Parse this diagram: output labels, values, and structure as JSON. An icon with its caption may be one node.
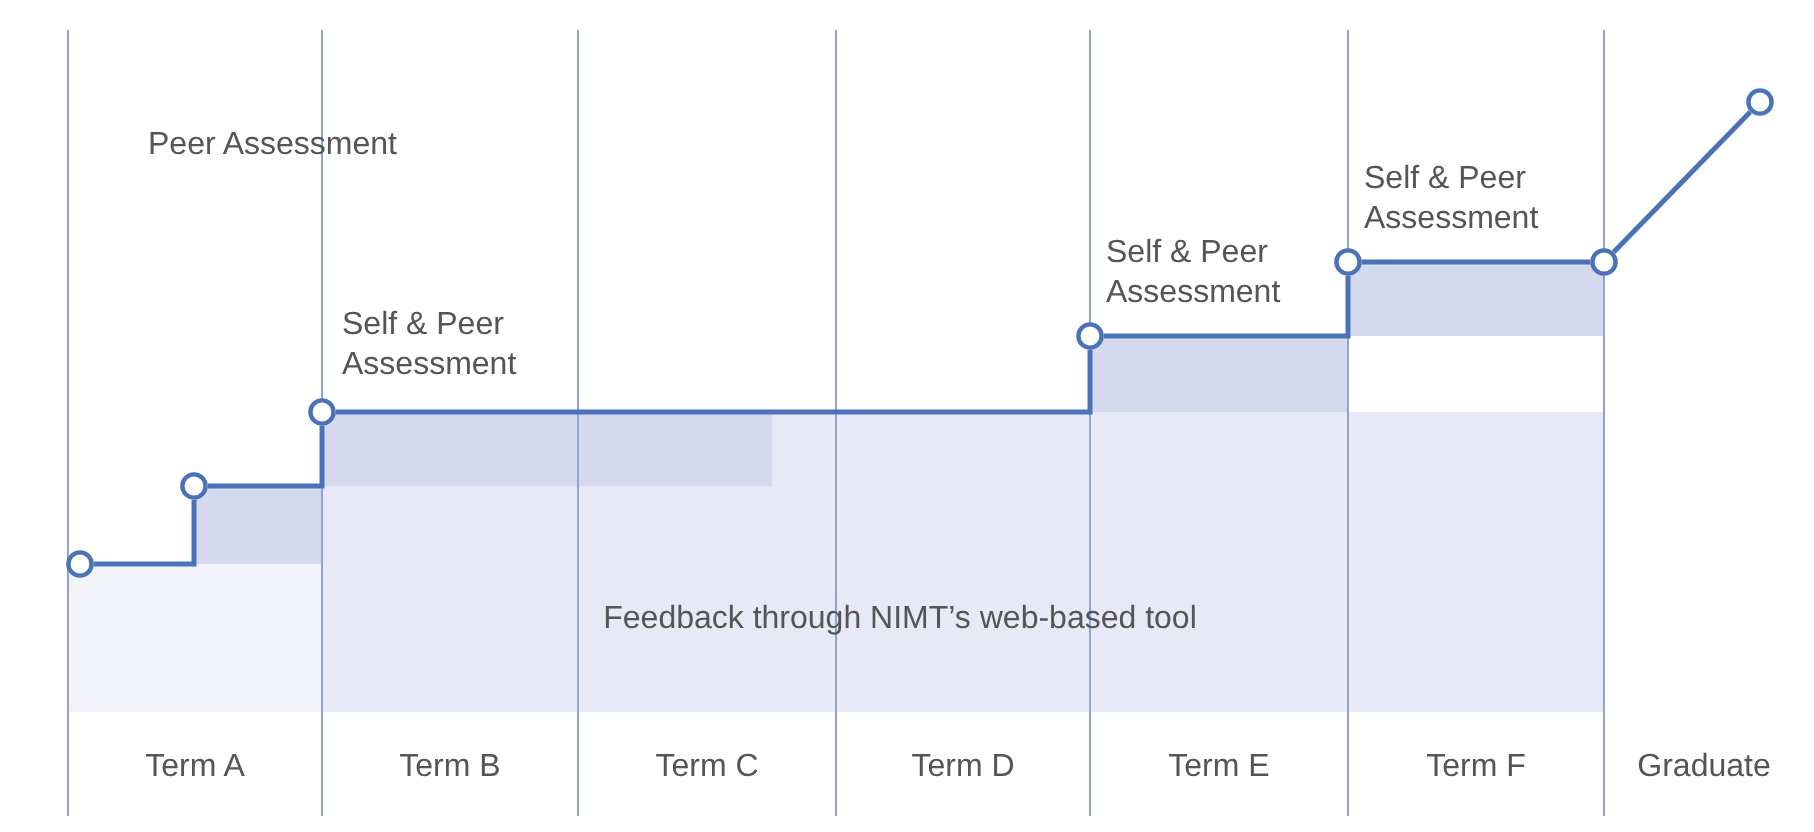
{
  "diagram": {
    "nodes": [
      {
        "text": [],
        "shape": "circle"
      },
      {
        "text": [],
        "shape": "circle"
      },
      {
        "text": [],
        "shape": "circle"
      },
      {
        "text": [],
        "shape": "circle"
      },
      {
        "text": [],
        "shape": "circle"
      },
      {
        "text": [],
        "shape": "circle"
      },
      {
        "text": [],
        "shape": "circle"
      }
    ],
    "edges": [
      {
        "from": 0,
        "to": 1,
        "arrow": "none"
      },
      {
        "from": 1,
        "to": 2,
        "arrow": "none"
      },
      {
        "from": 2,
        "to": 3,
        "arrow": "none"
      },
      {
        "from": 3,
        "to": 4,
        "arrow": "none"
      },
      {
        "from": 4,
        "to": 5,
        "arrow": "none"
      },
      {
        "from": 5,
        "to": 6,
        "arrow": "none"
      }
    ],
    "labels": [
      "Peer Assessment",
      "Self & Peer Assessment",
      "Self & Peer Assessment",
      "Self & Peer Assessment",
      "Feedback through NIMT’s web-based tool",
      "Term A",
      "Term B",
      "Term C",
      "Term D",
      "Term E",
      "Term F",
      "Graduate"
    ]
  }
}
